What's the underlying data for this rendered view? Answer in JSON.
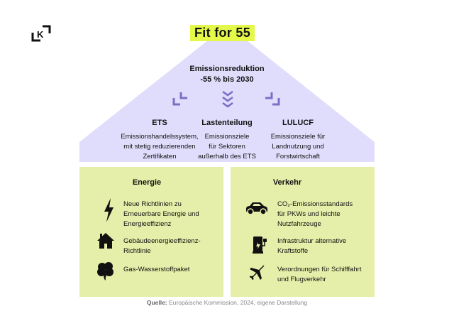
{
  "logo": "K",
  "title": "Fit for 55",
  "goal": {
    "line1": "Emissionsreduktion",
    "line2": "-55 % bis 2030"
  },
  "pillars": [
    {
      "title": "ETS",
      "lines": [
        "Emissionshandelssystem,",
        "mit stetig reduzierenden",
        "Zertifikaten"
      ],
      "icon": "arrows-down-left-icon"
    },
    {
      "title": "Lastenteilung",
      "lines": [
        "Emissionsziele",
        "für Sektoren",
        "außerhalb des ETS"
      ],
      "icon": "chevrons-down-icon"
    },
    {
      "title": "LULUCF",
      "lines": [
        "Emissionsziele für",
        "Landnutzung und",
        "Forstwirtschaft"
      ],
      "icon": "arrows-down-right-icon"
    }
  ],
  "energie": {
    "title": "Energie",
    "items": [
      {
        "icon": "lightning-icon",
        "lines": [
          "Neue Richtlinien zu",
          "Erneuerbare Energie und",
          "Energieeffizienz"
        ]
      },
      {
        "icon": "house-icon",
        "lines": [
          "Gebäudeenergieeffizienz-",
          "Richtlinie"
        ]
      },
      {
        "icon": "cloud-tree-icon",
        "lines": [
          "Gas-Wasserstoffpaket"
        ]
      }
    ]
  },
  "verkehr": {
    "title": "Verkehr",
    "items": [
      {
        "icon": "car-icon",
        "lines": [
          "CO₂-Emissionsstandards",
          "für PKWs und leichte",
          "Nutzfahrzeuge"
        ]
      },
      {
        "icon": "charging-station-icon",
        "lines": [
          "Infrastruktur alternative",
          "Kraftstoffe"
        ]
      },
      {
        "icon": "airplane-icon",
        "lines": [
          "Verordnungen für Schifffahrt",
          "und Flugverkehr"
        ]
      }
    ]
  },
  "source": {
    "label": "Quelle:",
    "text": " Europäische Kommission, 2024, eigene Darstellung"
  },
  "colors": {
    "highlight": "#e4f84a",
    "roof": "#e0dcfb",
    "arrows": "#7b6fc4",
    "boxes": "#e6efa9"
  }
}
